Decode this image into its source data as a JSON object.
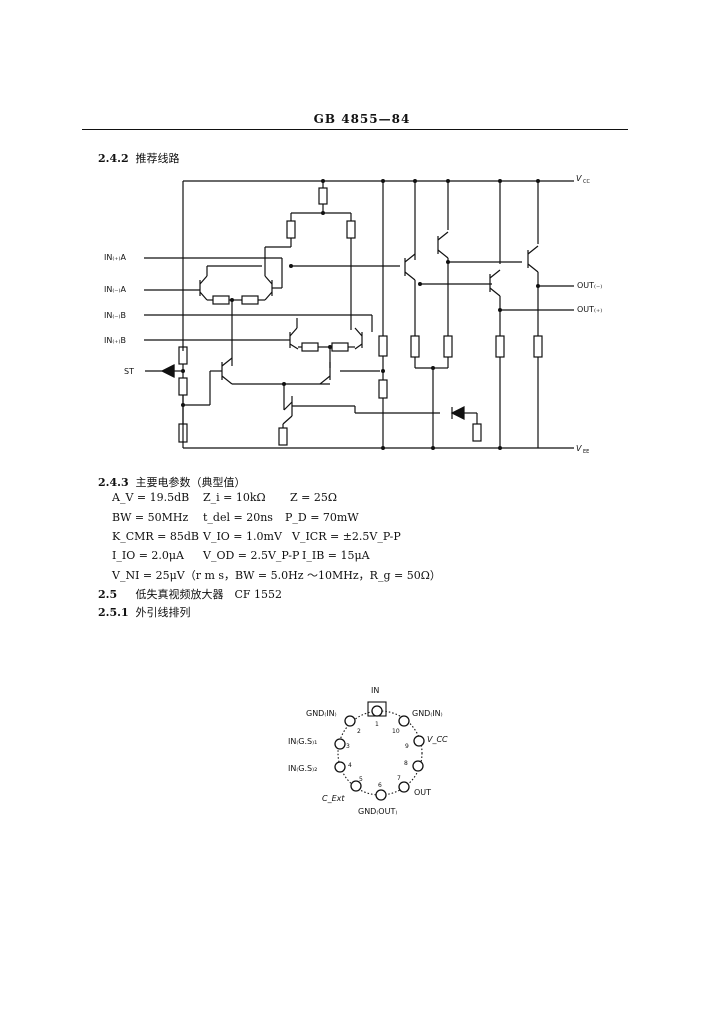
{
  "header": {
    "code": "GB 4855—84"
  },
  "sections": {
    "s242": {
      "num": "2.4.2",
      "title": "推荐线路"
    },
    "s243": {
      "num": "2.4.3",
      "title": "主要电参数（典型值）"
    },
    "s25": {
      "num": "2.5",
      "title": "低失真视频放大器　CF 1552"
    },
    "s251": {
      "num": "2.5.1",
      "title": "外引线排列"
    }
  },
  "circuit": {
    "vcc": "V",
    "vcc_sub": "CC",
    "vee": "V",
    "vee_sub": "EE",
    "in_a_plus": "IN₍₊₎A",
    "in_a_minus": "IN₍₋₎A",
    "in_b_minus": "IN₍₋₎B",
    "in_b_plus": "IN₍₊₎B",
    "st": "ST",
    "out_minus": "OUT₍₋₎",
    "out_plus": "OUT₍₊₎"
  },
  "params": {
    "r1": [
      "A_V = 19.5dB",
      "Z_i = 10kΩ",
      "Z = 25Ω"
    ],
    "r2": [
      "BW = 50MHz",
      "t_del = 20ns",
      "P_D = 70mW"
    ],
    "r3": [
      "K_CMR = 85dB",
      "V_IO = 1.0mV",
      "V_ICR = ±2.5V_P-P"
    ],
    "r4": [
      "I_IO = 2.0μA",
      "V_OD = 2.5V_P-P",
      "I_IB = 15μA"
    ],
    "r5": [
      "V_NI = 25μV（r m s，BW = 5.0Hz ～10MHz，R_g = 50Ω）"
    ]
  },
  "pinout": {
    "in": "IN",
    "gnd_in_left": "GND₍IN₎",
    "gnd_in_right": "GND₍IN₎",
    "in_gs1": "IN₍G.S₎₁",
    "in_gs2": "IN₍G.S₎₂",
    "vcc": "V_CC",
    "c_ext": "C_Ext",
    "out": "OUT",
    "gnd_out": "GND₍OUT₎",
    "pins": [
      "1",
      "2",
      "3",
      "4",
      "5",
      "6",
      "7",
      "8",
      "9",
      "10"
    ]
  }
}
